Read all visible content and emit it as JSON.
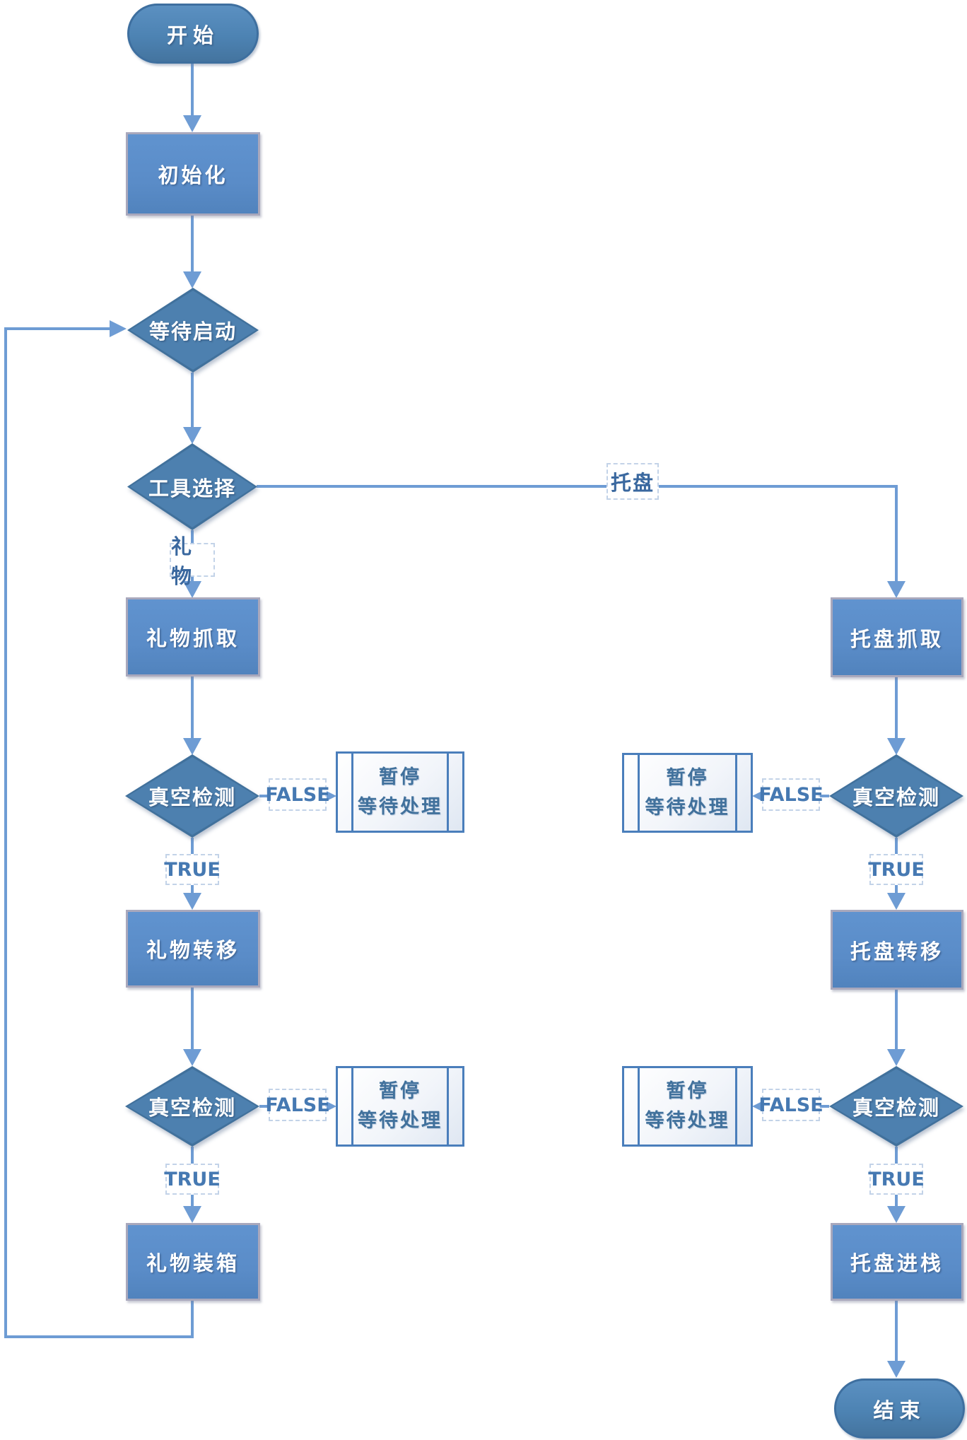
{
  "diagram": {
    "type": "flowchart",
    "nodes": {
      "start": "开始",
      "init": "初始化",
      "wait_start": "等待启动",
      "tool_select": "工具选择",
      "gift_grab": "礼物抓取",
      "gift_transfer": "礼物转移",
      "gift_boxing": "礼物装箱",
      "tray_grab": "托盘抓取",
      "tray_transfer": "托盘转移",
      "tray_stack": "托盘进栈",
      "vacuum_check": "真空检测",
      "pause": {
        "line1": "暂停",
        "line2": "等待处理"
      },
      "end": "结束"
    },
    "edge_labels": {
      "gift": "礼物",
      "tray": "托盘",
      "true": "TRUE",
      "false": "FALSE"
    },
    "colors": {
      "process_fill": "#5a8cc8",
      "process_border": "#a9a8bc",
      "decision_fill": "#4d80af",
      "decision_border": "#41719c",
      "terminal_fill": "#4d83b3",
      "terminal_border": "#3e6f9f",
      "subroutine_fill": "#f2f5fa",
      "subroutine_border": "#4a7ebb",
      "connector": "#6e9cd4",
      "edge_label_text": "#4679b2",
      "node_text": "#ffffff"
    }
  }
}
